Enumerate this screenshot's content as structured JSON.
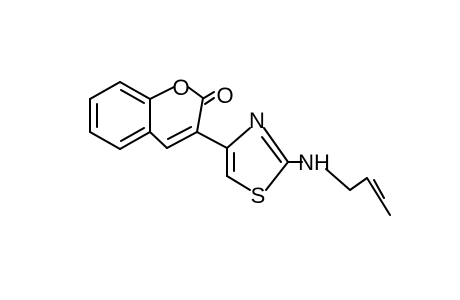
{
  "structure": {
    "atoms": {
      "ring_oxygen": "O",
      "carbonyl_oxygen": "O",
      "thiazole_nitrogen": "N",
      "thiazole_sulfur": "S",
      "amine": "NH"
    },
    "colors": {
      "bond": "#000000",
      "label": "#000000",
      "background": "#ffffff"
    }
  }
}
